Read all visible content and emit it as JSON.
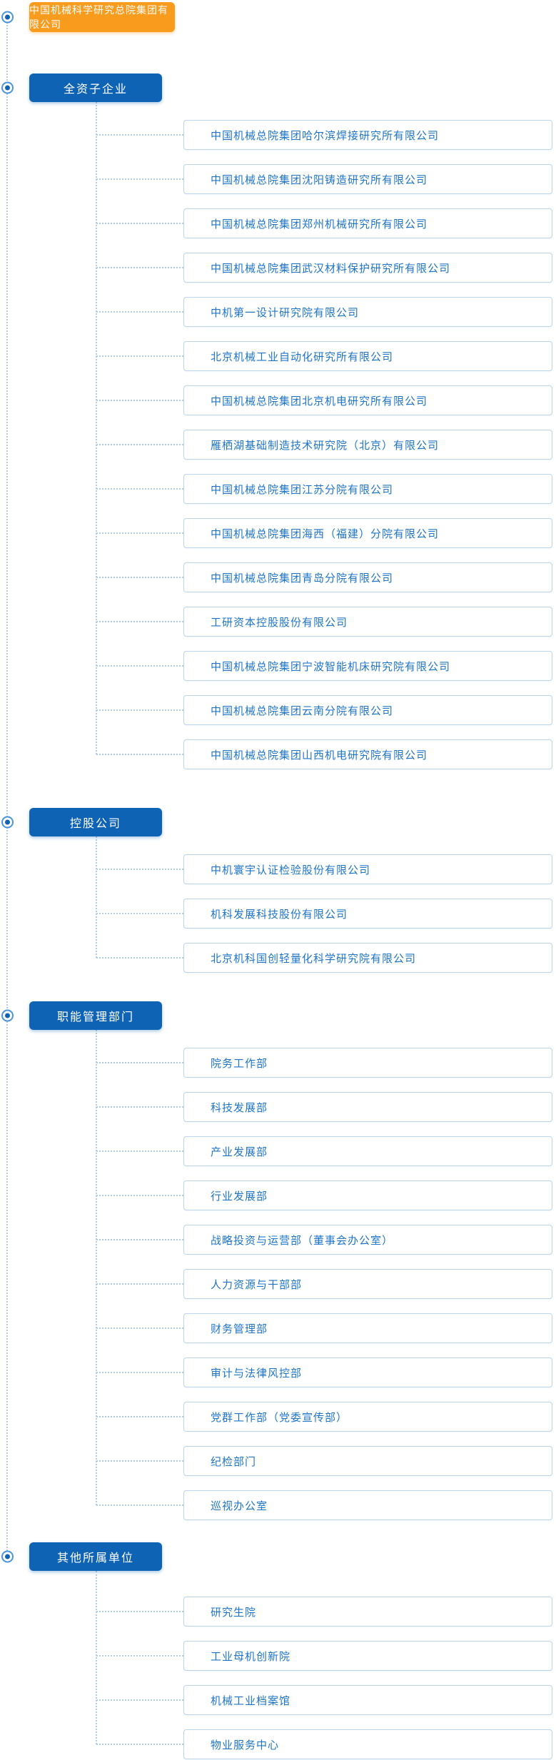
{
  "root": {
    "label": "中国机械科学研究总院集团有限公司"
  },
  "colors": {
    "root_bg": "#f99b1c",
    "category_bg": "#0f63b5",
    "item_text": "#1e75c8",
    "item_border": "#bcd4ec",
    "connector": "#b0cdeb"
  },
  "groups": [
    {
      "label": "全资子企业",
      "items": [
        "中国机械总院集团哈尔滨焊接研究所有限公司",
        "中国机械总院集团沈阳铸造研究所有限公司",
        "中国机械总院集团郑州机械研究所有限公司",
        "中国机械总院集团武汉材料保护研究所有限公司",
        "中机第一设计研究院有限公司",
        "北京机械工业自动化研究所有限公司",
        "中国机械总院集团北京机电研究所有限公司",
        "雁栖湖基础制造技术研究院（北京）有限公司",
        "中国机械总院集团江苏分院有限公司",
        "中国机械总院集团海西（福建）分院有限公司",
        "中国机械总院集团青岛分院有限公司",
        "工研资本控股股份有限公司",
        "中国机械总院集团宁波智能机床研究院有限公司",
        "中国机械总院集团云南分院有限公司",
        "中国机械总院集团山西机电研究院有限公司"
      ]
    },
    {
      "label": "控股公司",
      "items": [
        "中机寰宇认证检验股份有限公司",
        "机科发展科技股份有限公司",
        "北京机科国创轻量化科学研究院有限公司"
      ]
    },
    {
      "label": "职能管理部门",
      "items": [
        "院务工作部",
        "科技发展部",
        "产业发展部",
        "行业发展部",
        "战略投资与运营部（董事会办公室）",
        "人力资源与干部部",
        "财务管理部",
        "审计与法律风控部",
        "党群工作部（党委宣传部）",
        "纪检部门",
        "巡视办公室"
      ]
    },
    {
      "label": "其他所属单位",
      "items": [
        "研究生院",
        "工业母机创新院",
        "机械工业档案馆",
        "物业服务中心"
      ]
    }
  ]
}
